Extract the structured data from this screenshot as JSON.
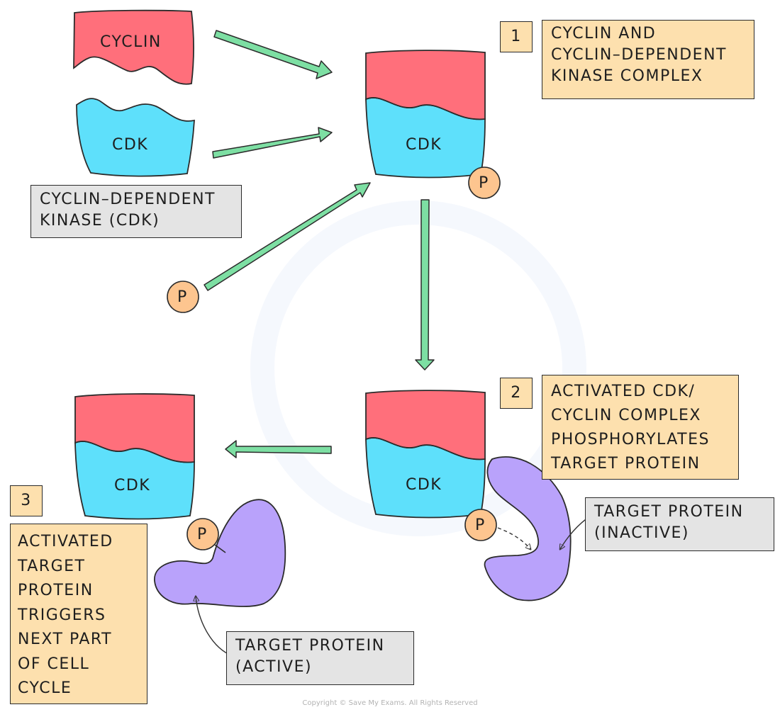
{
  "labels": {
    "cyclin": "CYCLIN",
    "cdk": "CDK",
    "phosphate": "P"
  },
  "boxes": {
    "cdk_definition": "CYCLIN–DEPENDENT\nKINASE (CDK)",
    "step1_number": "1",
    "step1_text": "CYCLIN AND\nCYCLIN–DEPENDENT\nKINASE COMPLEX",
    "step2_number": "2",
    "step2_text": "ACTIVATED CDK/\nCYCLIN COMPLEX\nPHOSPHORYLATES\nTARGET PROTEIN",
    "step3_number": "3",
    "step3_text": "ACTIVATED\nTARGET\nPROTEIN\nTRIGGERS\nNEXT PART\nOF CELL\nCYCLE",
    "inactive_label": "TARGET PROTEIN\n(INACTIVE)",
    "active_label": "TARGET PROTEIN\n(ACTIVE)"
  },
  "footer": {
    "copyright": "Copyright © Save My Exams. All Rights Reserved"
  },
  "colors": {
    "cyclin": "#ff6f7b",
    "cdk": "#5ee0fb",
    "phosphate": "#fdc58f",
    "protein": "#b9a2fb",
    "arrow": "#7ddfa3",
    "note_orange": "#fde0ae",
    "note_grey": "#e4e4e4"
  }
}
